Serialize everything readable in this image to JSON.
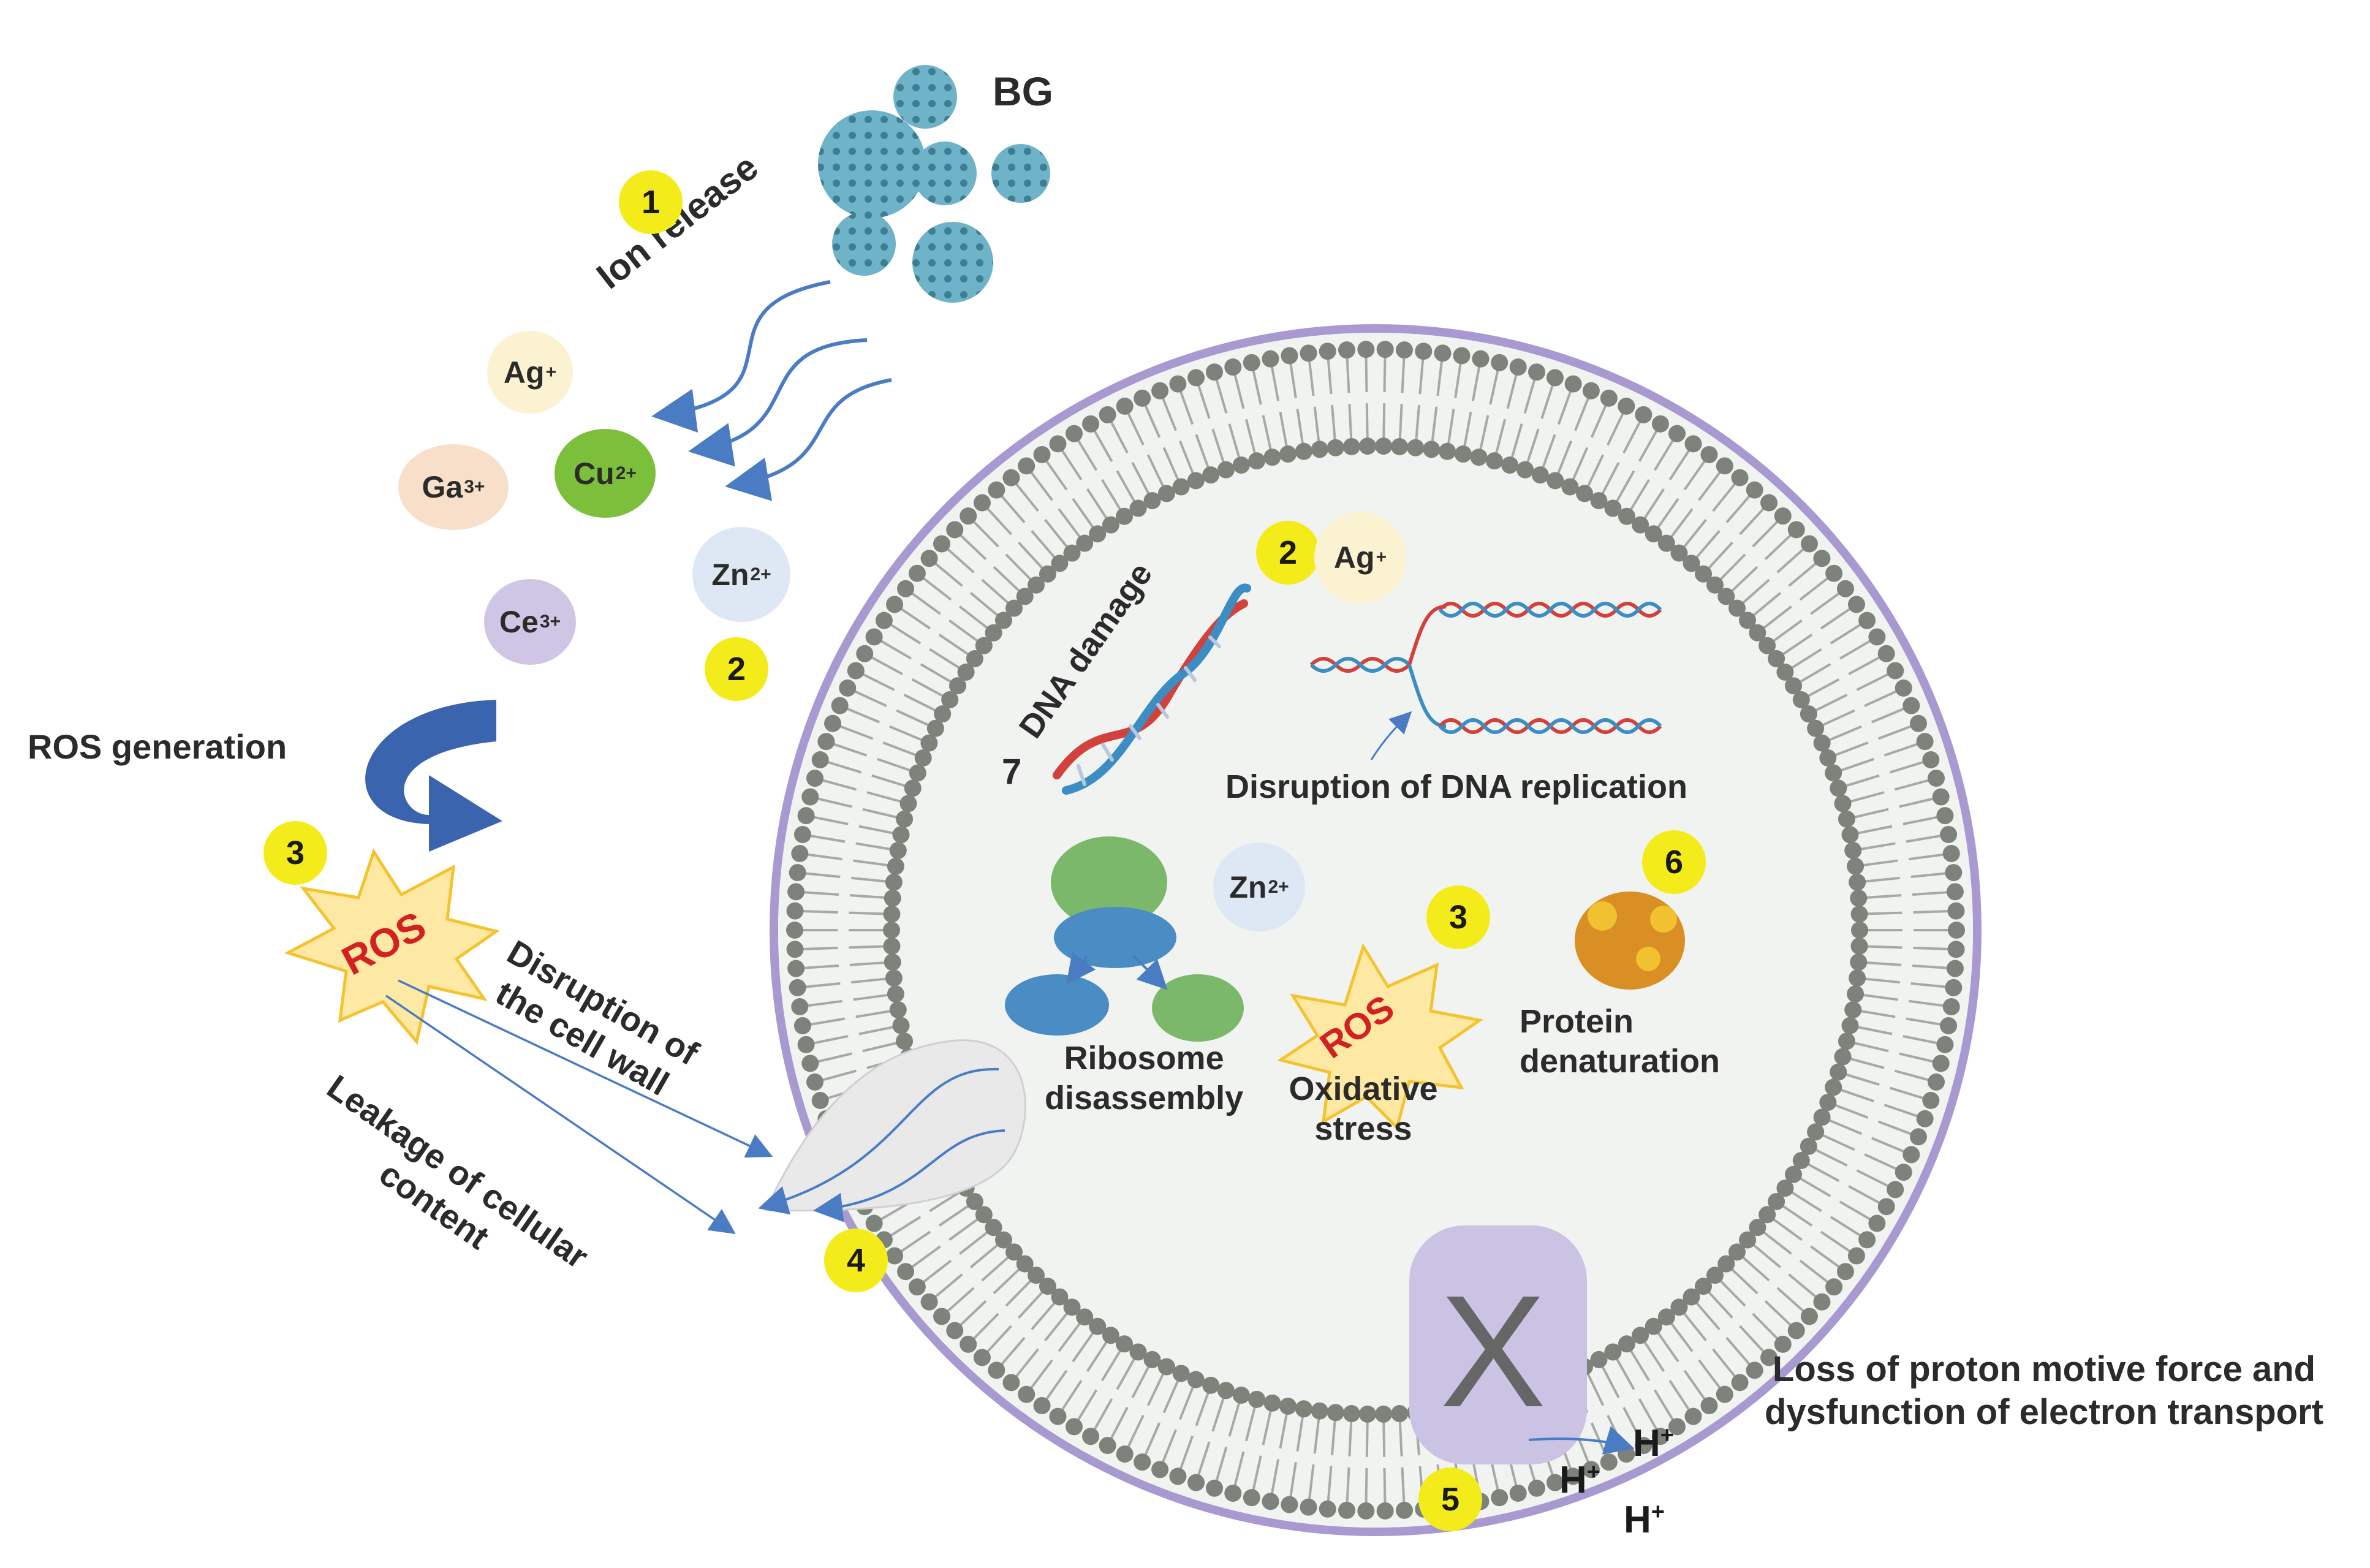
{
  "colors": {
    "membrane_head": "#7d837a",
    "membrane_tail": "#a7aaa4",
    "outer_ring": "#a89ad0",
    "cell_fill": "#f1f3f0",
    "badge": "#f4ec1a",
    "arrow": "#4a7cc4",
    "ros_text": "#d32020",
    "ros_star": "#fde9a4",
    "ros_star_edge": "#f4c430",
    "bg_sphere": "#6fb3c8",
    "ag_ion": "#fbf2d2",
    "ga_ion": "#f8dfca",
    "cu_ion": "#7cbf3a",
    "zn_ion": "#dde8f4",
    "ce_ion": "#cfc6e6",
    "transporter": "#cbc3e3",
    "dna_red": "#d2413c",
    "dna_blue": "#3b8dc4",
    "protein": "#d98f24",
    "ribosome_green": "#7cb86a",
    "ribosome_blue": "#4a8cc4",
    "ros_generation_arrow": "#3a64ae"
  },
  "labels": {
    "bg": "BG",
    "ion_release": "Ion release",
    "ros_generation": "ROS generation",
    "ros": "ROS",
    "disruption_cell_wall": [
      "Disruption of",
      "the cell wall"
    ],
    "leakage": [
      "Leakage of cellular",
      "content"
    ],
    "dna_damage": "DNA damage",
    "disruption_dna_replication": "Disruption of DNA replication",
    "ribosome": [
      "Ribosome",
      "disassembly"
    ],
    "oxidative": [
      "Oxidative",
      "stress"
    ],
    "protein": [
      "Protein",
      "denaturation"
    ],
    "proton_loss": [
      "Loss of proton motive force and",
      "dysfunction of electron transport"
    ],
    "x_mark": "X"
  },
  "ions": {
    "ag": {
      "symbol": "Ag",
      "charge": "+"
    },
    "ga": {
      "symbol": "Ga",
      "charge": "3+"
    },
    "cu": {
      "symbol": "Cu",
      "charge": "2+"
    },
    "zn": {
      "symbol": "Zn",
      "charge": "2+"
    },
    "ce": {
      "symbol": "Ce",
      "charge": "3+"
    },
    "ag_inner": {
      "symbol": "Ag",
      "charge": "+"
    },
    "zn_inner": {
      "symbol": "Zn",
      "charge": "2+"
    },
    "h1": {
      "symbol": "H",
      "charge": "+"
    },
    "h2": {
      "symbol": "H",
      "charge": "+"
    },
    "h3": {
      "symbol": "H",
      "charge": "+"
    }
  },
  "badges": {
    "ion_release": "1",
    "zn_outer": "2",
    "ag_inner": "2",
    "ros_outer": "3",
    "ros_inner": "3",
    "cell_wall": "4",
    "proton": "5",
    "protein": "6",
    "dna": "7"
  }
}
